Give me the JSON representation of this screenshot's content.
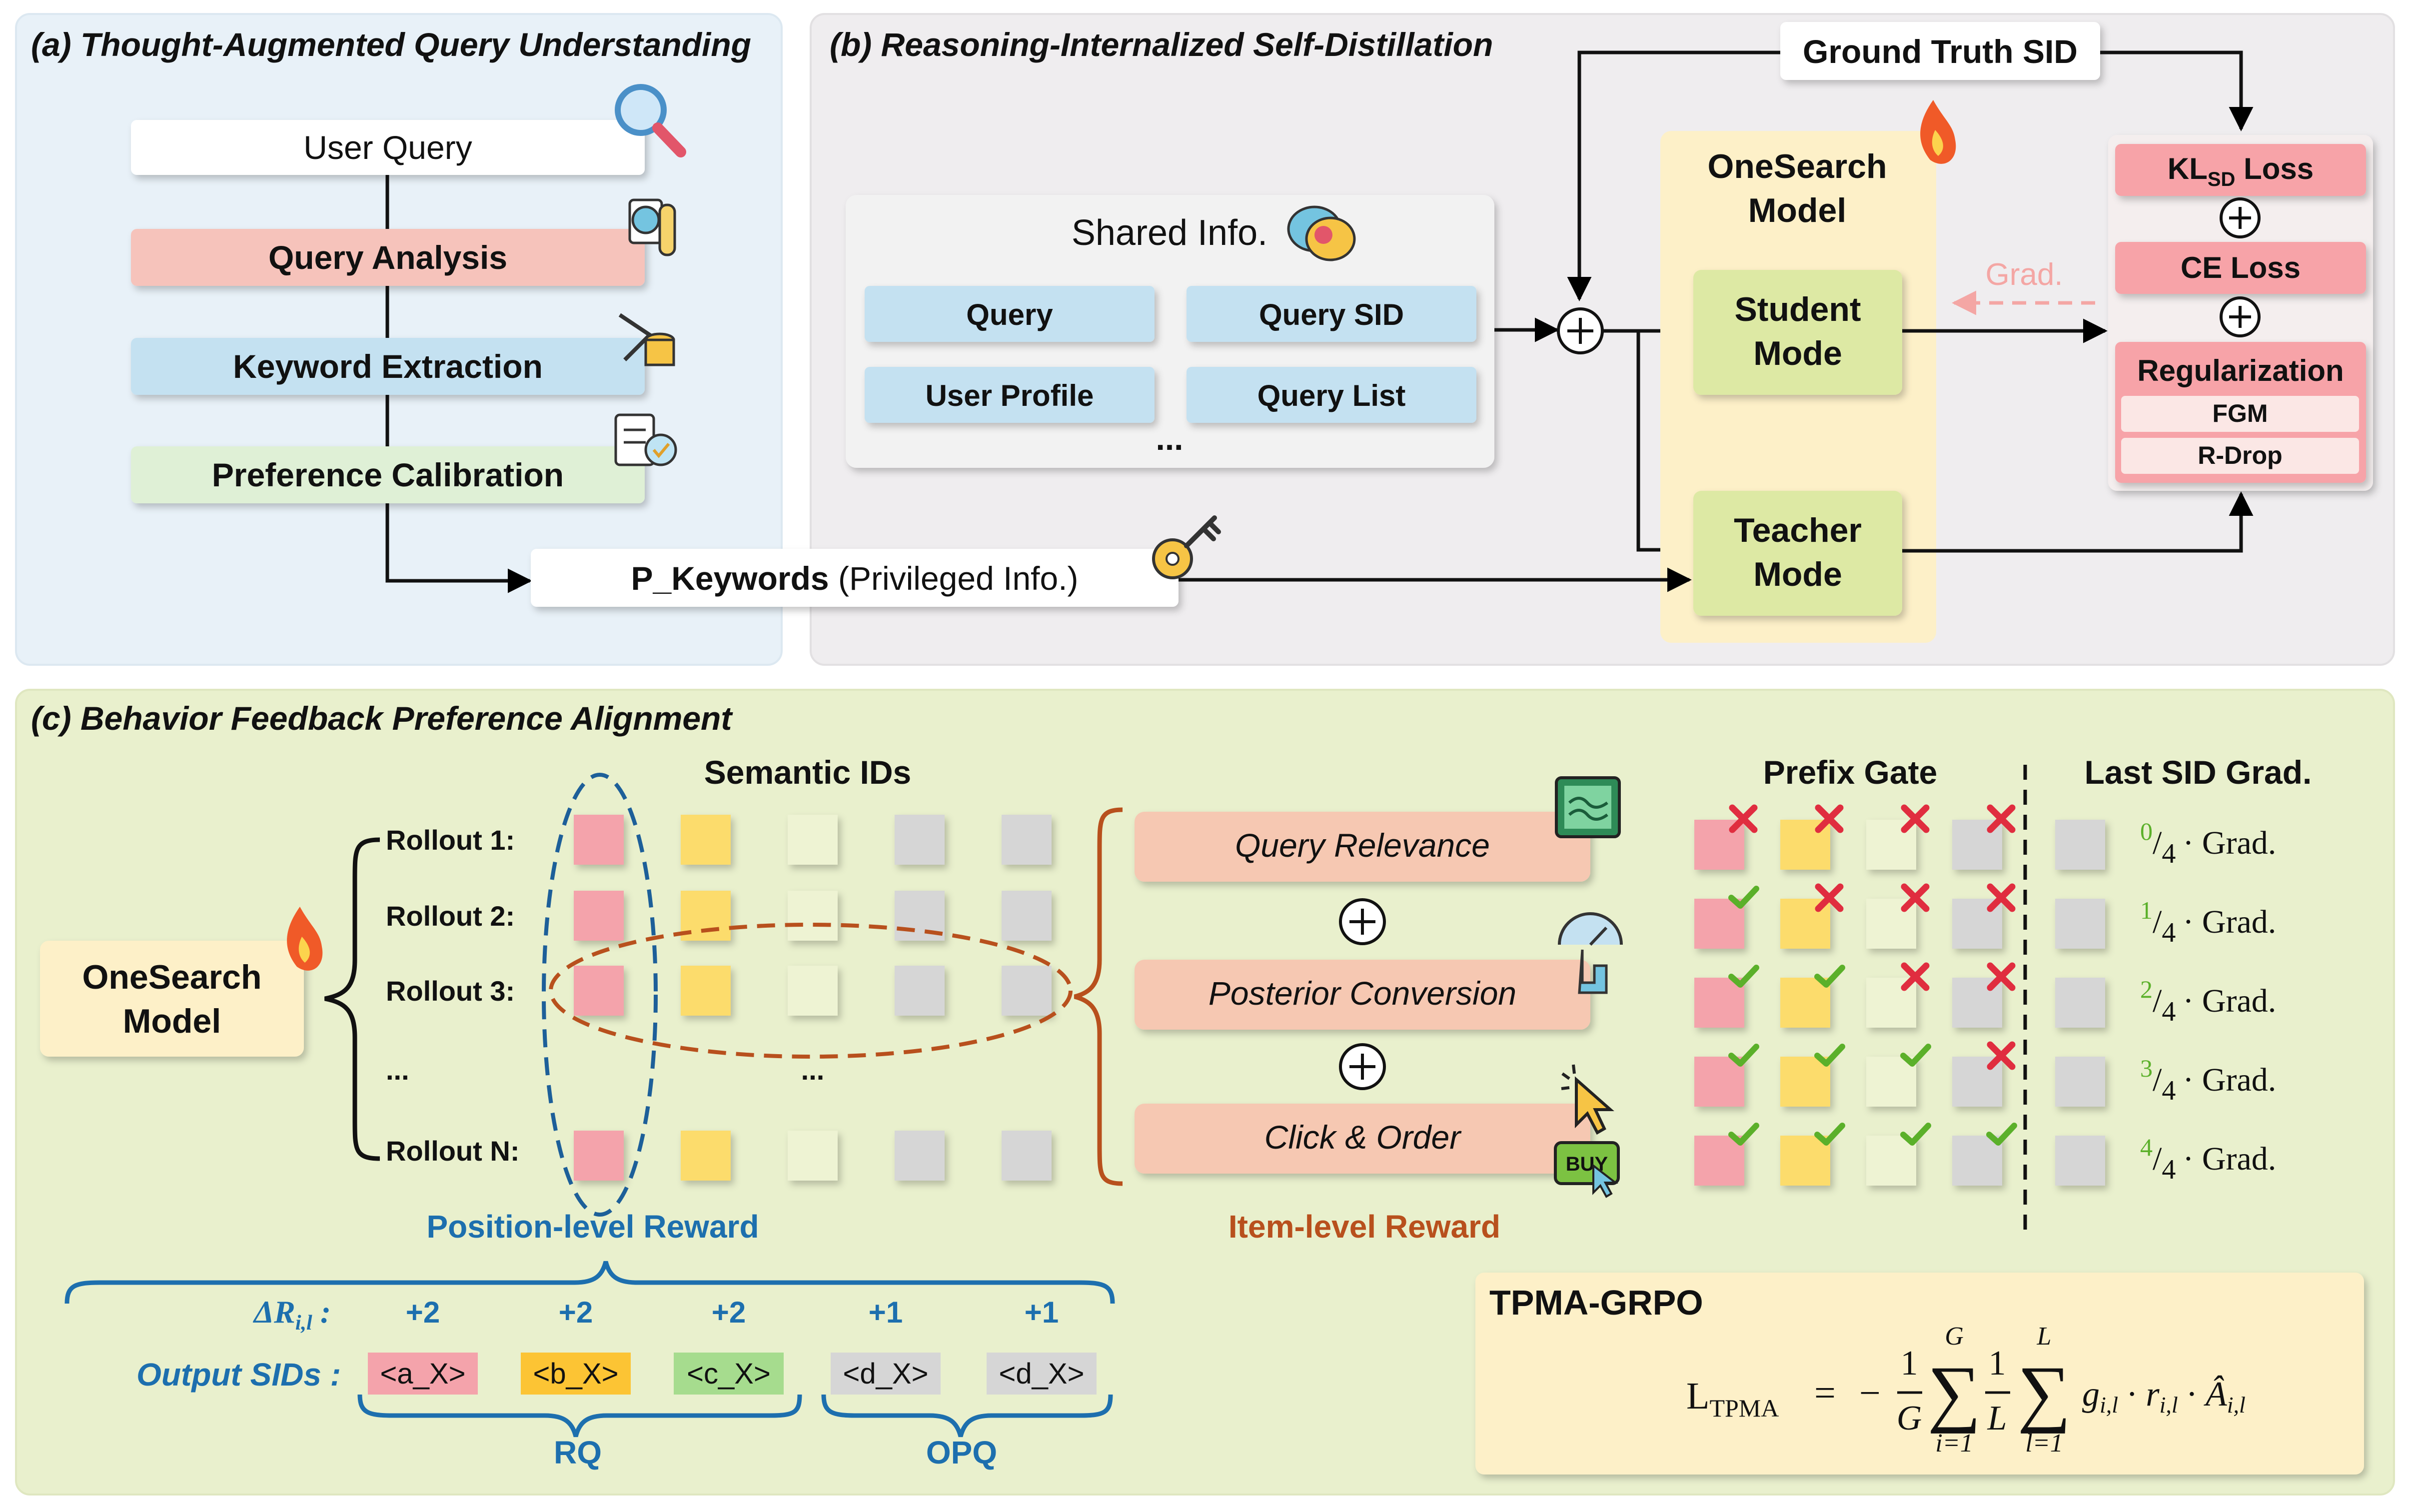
{
  "panel_a": {
    "title": "(a) Thought-Augmented Query Understanding",
    "user_query": "User Query",
    "query_analysis": "Query Analysis",
    "keyword_extraction": "Keyword Extraction",
    "preference_calibration": "Preference Calibration",
    "p_keywords_bold": "P_Keywords",
    "p_keywords_rest": " (Privileged Info.)"
  },
  "panel_b": {
    "title": "(b) Reasoning-Internalized Self-Distillation",
    "ground_truth": "Ground Truth SID",
    "shared_info": "Shared Info.",
    "shared_items": [
      "Query",
      "Query SID",
      "User Profile",
      "Query List"
    ],
    "ellipsis": "...",
    "model_line1": "OneSearch",
    "model_line2": "Model",
    "student_line1": "Student",
    "student_line2": "Mode",
    "teacher_line1": "Teacher",
    "teacher_line2": "Mode",
    "grad": "Grad.",
    "kl_main": "KL",
    "kl_sub": "SD",
    "kl_rest": " Loss",
    "ce_loss": "CE Loss",
    "regularization": "Regularization",
    "fgm": "FGM",
    "rdrop": "R-Drop"
  },
  "panel_c": {
    "title": "(c) Behavior Feedback Preference Alignment",
    "semantic_ids": "Semantic IDs",
    "model_line1": "OneSearch",
    "model_line2": "Model",
    "rollouts": [
      "Rollout 1:",
      "Rollout 2:",
      "Rollout 3:",
      "...",
      "Rollout N:"
    ],
    "mid_ellipsis": "...",
    "position_reward": "Position-level Reward",
    "item_reward": "Item-level  Reward",
    "query_relevance": "Query Relevance",
    "posterior_conversion": "Posterior Conversion",
    "click_order": "Click & Order",
    "buy": "BUY",
    "prefix_gate": "Prefix Gate",
    "last_sid_grad": "Last SID Grad.",
    "grad_numerators": [
      "0",
      "1",
      "2",
      "3",
      "4"
    ],
    "grad_denominator": "4",
    "grad_word": "· Grad.",
    "delta_label_a": "ΔR",
    "delta_label_sub": "i,l",
    "delta_label_colon": " :",
    "delta_values": [
      "+2",
      "+2",
      "+2",
      "+1",
      "+1"
    ],
    "output_label": "Output SIDs :",
    "output_sids": [
      "<a_X>",
      "<b_X>",
      "<c_X>",
      "<d_X>",
      "<d_X>"
    ],
    "rq": "RQ",
    "opq": "OPQ",
    "tpma_title": "TPMA-GRPO",
    "formula": {
      "lhs_main": "L",
      "lhs_sub": "TPMA",
      "eq": "=",
      "minus": "−",
      "one": "1",
      "G": "G",
      "L": "L",
      "sum_top_g": "G",
      "sum_bottom_i": "i=1",
      "sum_top_l": "L",
      "sum_bottom_l": "l=1",
      "term": "g",
      "term_sub": "i,l",
      "dot": "·",
      "r": "r",
      "a": "Â"
    }
  },
  "colors": {
    "panel_a_bg": "#e8f1f8",
    "panel_b_bg": "#efedef",
    "panel_c_bg": "#e9f0cd",
    "pink": "#f6c3bb",
    "blue": "#c4e1f1",
    "green": "#dff0d6",
    "model_yellow": "#fdf0c8",
    "student_green": "#dde9a4",
    "loss_red": "#f7a3a8",
    "sid_pink": "#f4a3ab",
    "sid_yellow": "#fcdc6c",
    "sid_pale": "#eef3d3",
    "sid_gray": "#d6d6d6",
    "reward_orange": "#f6c8b2",
    "dark_blue_text": "#1d6fae",
    "dark_orange_text": "#b8501d",
    "check_green": "#5bb02a",
    "cross_red": "#e02d3f"
  },
  "prefix_gate_matrix": [
    [
      false,
      false,
      false,
      false
    ],
    [
      true,
      false,
      false,
      false
    ],
    [
      true,
      true,
      false,
      false
    ],
    [
      true,
      true,
      true,
      false
    ],
    [
      true,
      true,
      true,
      true
    ]
  ]
}
